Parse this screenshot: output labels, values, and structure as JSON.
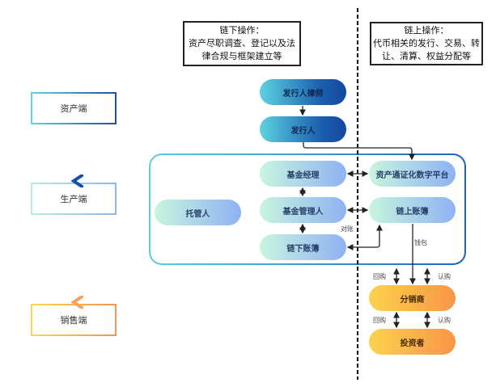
{
  "stages": {
    "asset": "资产端",
    "production": "生产端",
    "sales": "销售端"
  },
  "notes": {
    "offchain": {
      "title": "链下操作：",
      "lines": [
        "资产尽职调查、登记以及法",
        "律合规与框架建立等"
      ]
    },
    "onchain": {
      "title": "链上操作：",
      "lines": [
        "代币相关的发行、交易、转",
        "让、清算、权益分配等"
      ]
    }
  },
  "nodes": {
    "issuer_lawyer": "发行人律师",
    "issuer": "发行人",
    "fund_manager": "基金经理",
    "fund_admin": "基金管理人",
    "offchain_ledger": "链下账簿",
    "custodian": "托管人",
    "tokenization_platform": "资产通证化数字平台",
    "onchain_ledger": "链上账簿",
    "distributor": "分销商",
    "investor": "投资者"
  },
  "edge_labels": {
    "reconcile": "对账",
    "wallet": "钱包",
    "redeem_top": "回购",
    "subscribe_top": "认购",
    "redeem_bottom": "回购",
    "subscribe_bottom": "认购"
  },
  "colors": {
    "asset_gradient": [
      "#5ed6e0",
      "#1b4fa8"
    ],
    "production_gradient": [
      "#b5f0d6",
      "#8fb4f2"
    ],
    "sales_gradient": [
      "#fcd74e",
      "#f3944a"
    ]
  }
}
